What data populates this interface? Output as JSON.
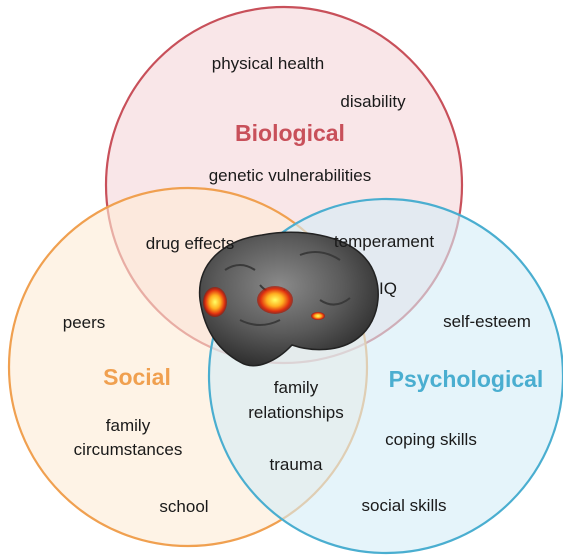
{
  "colors": {
    "biological": "#c8505a",
    "social": "#f0a050",
    "psychological": "#4aaed0",
    "biological_fill": "#f7dde0",
    "social_fill": "#fdebd6",
    "psychological_fill": "#d3ecf6"
  },
  "biological": {
    "heading": "Biological",
    "items": [
      "physical health",
      "disability",
      "genetic vulnerabilities"
    ]
  },
  "social": {
    "heading": "Social",
    "items": [
      "peers",
      "family",
      "circumstances",
      "school"
    ]
  },
  "psychological": {
    "heading": "Psychological",
    "items": [
      "self-esteem",
      "coping skills",
      "social skills"
    ]
  },
  "overlaps": {
    "bio_social": "drug effects",
    "bio_psych_1": "temperament",
    "bio_psych_2": "IQ",
    "social_psych_1": "family",
    "social_psych_2": "relationships",
    "social_psych_3": "trauma"
  },
  "center_image": "brain-scan-icon"
}
